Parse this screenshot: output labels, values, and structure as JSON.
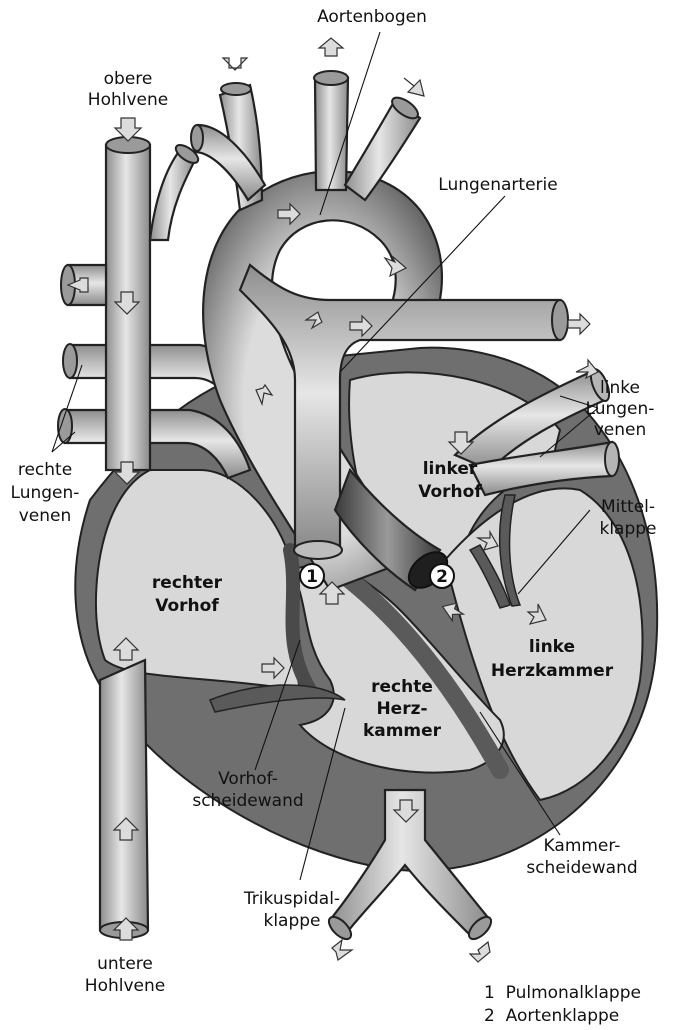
{
  "labels": {
    "aortenbogen": "Aortenbogen",
    "obere_hohlvene_1": "obere",
    "obere_hohlvene_2": "Hohlvene",
    "lungenarterie": "Lungenarterie",
    "linke_lungenvenen_1": "linke",
    "linke_lungenvenen_2": "Lungen-",
    "linke_lungenvenen_3": "venen",
    "rechte_lungenvenen_1": "rechte",
    "rechte_lungenvenen_2": "Lungen-",
    "rechte_lungenvenen_3": "venen",
    "linker_vorhof_1": "linker",
    "linker_vorhof_2": "Vorhof",
    "mittelklappe_1": "Mittel-",
    "mittelklappe_2": "klappe",
    "rechter_vorhof_1": "rechter",
    "rechter_vorhof_2": "Vorhof",
    "linke_herzkammer_1": "linke",
    "linke_herzkammer_2": "Herzkammer",
    "rechte_herzkammer_1": "rechte",
    "rechte_herzkammer_2": "Herz-",
    "rechte_herzkammer_3": "kammer",
    "vorhofscheidewand_1": "Vorhof-",
    "vorhofscheidewand_2": "scheidewand",
    "kammerscheidewand_1": "Kammer-",
    "kammerscheidewand_2": "scheidewand",
    "trikuspidalklappe_1": "Trikuspidal-",
    "trikuspidalklappe_2": "klappe",
    "untere_hohlvene_1": "untere",
    "untere_hohlvene_2": "Hohlvene"
  },
  "badges": {
    "valve_1": "1",
    "valve_2": "2"
  },
  "legend": {
    "item_1": "1  Pulmonalklappe",
    "item_2": "2  Aortenklappe"
  }
}
